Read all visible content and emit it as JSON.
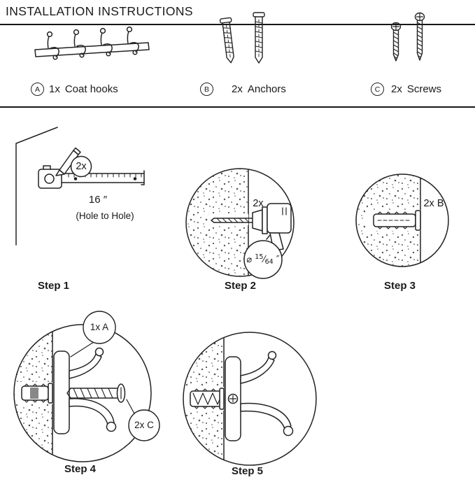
{
  "title": "INSTALLATION INSTRUCTIONS",
  "ink_color": "#222222",
  "parts": [
    {
      "badge": "A",
      "qty": "1x",
      "label": "Coat hooks"
    },
    {
      "badge": "B",
      "qty": "2x",
      "label": "Anchors"
    },
    {
      "badge": "C",
      "qty": "2x",
      "label": "Screws"
    }
  ],
  "steps": {
    "step1": {
      "label": "Step 1",
      "qty": "2x",
      "measurement": "16 ″",
      "note": "(Hole to Hole)"
    },
    "step2": {
      "label": "Step 2",
      "qty": "2x",
      "bit": {
        "symbol": "⌀",
        "numerator": "15",
        "slash": "⁄",
        "denominator": "64",
        "unit": "″"
      }
    },
    "step3": {
      "label": "Step 3",
      "qty": "2x B"
    },
    "step4": {
      "label": "Step 4",
      "callout_top": "1x A",
      "callout_right": "2x C"
    },
    "step5": {
      "label": "Step 5"
    }
  }
}
